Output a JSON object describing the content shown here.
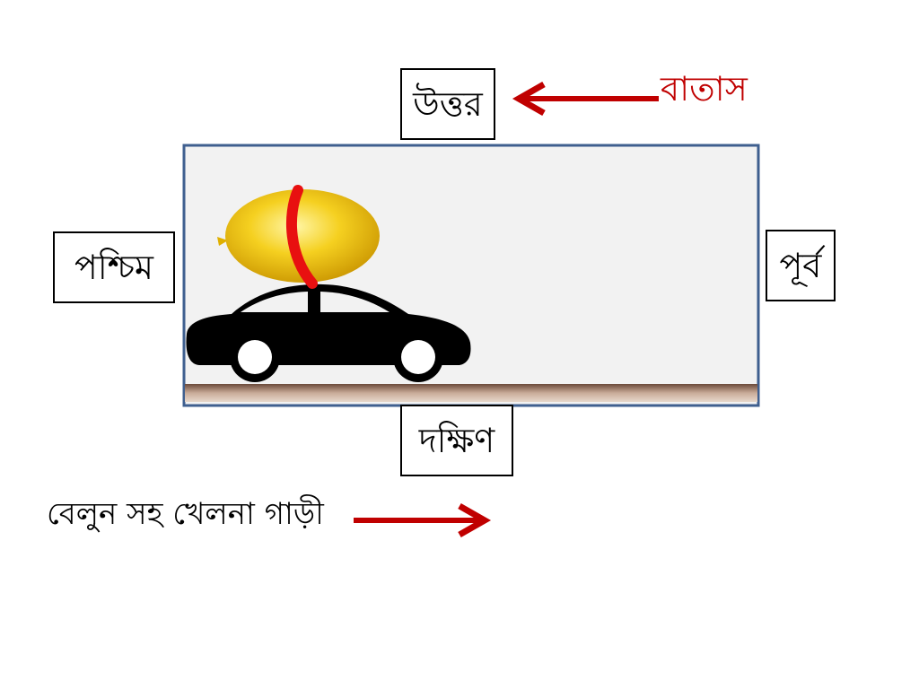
{
  "directions": {
    "north": "উত্তর",
    "south": "দক্ষিণ",
    "east": "পূর্ব",
    "west": "পশ্চিম"
  },
  "wind": {
    "label": "বাতাস",
    "color": "#c00000"
  },
  "car": {
    "label": "বেলুন সহ খেলনা গাড়ী"
  },
  "colors": {
    "arrow": "#c00000",
    "panel_fill": "#f2f2f2",
    "panel_border": "#3f5f8f",
    "balloon": "#f5c518",
    "ribbon": "#e81010",
    "car_body": "#000000",
    "ground": "#8a6a5a"
  }
}
